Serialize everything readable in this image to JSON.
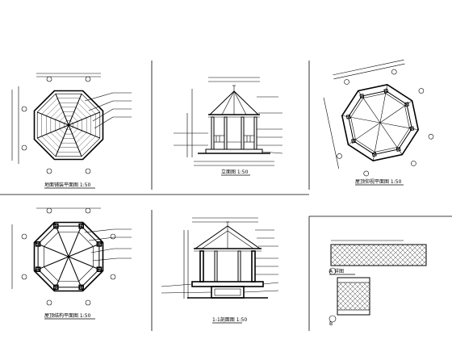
{
  "sheet": {
    "titles": {
      "top_left": "地面铺装平面图 1:50",
      "top_center": "立面图 1:50",
      "top_right": "屋顶仰视平面图 1:50",
      "bottom_left": "屋顶结构平面图 1:50",
      "bottom_center": "1-1剖面图 1:50",
      "detail_a": "A 详图",
      "detail_b": "B"
    }
  }
}
